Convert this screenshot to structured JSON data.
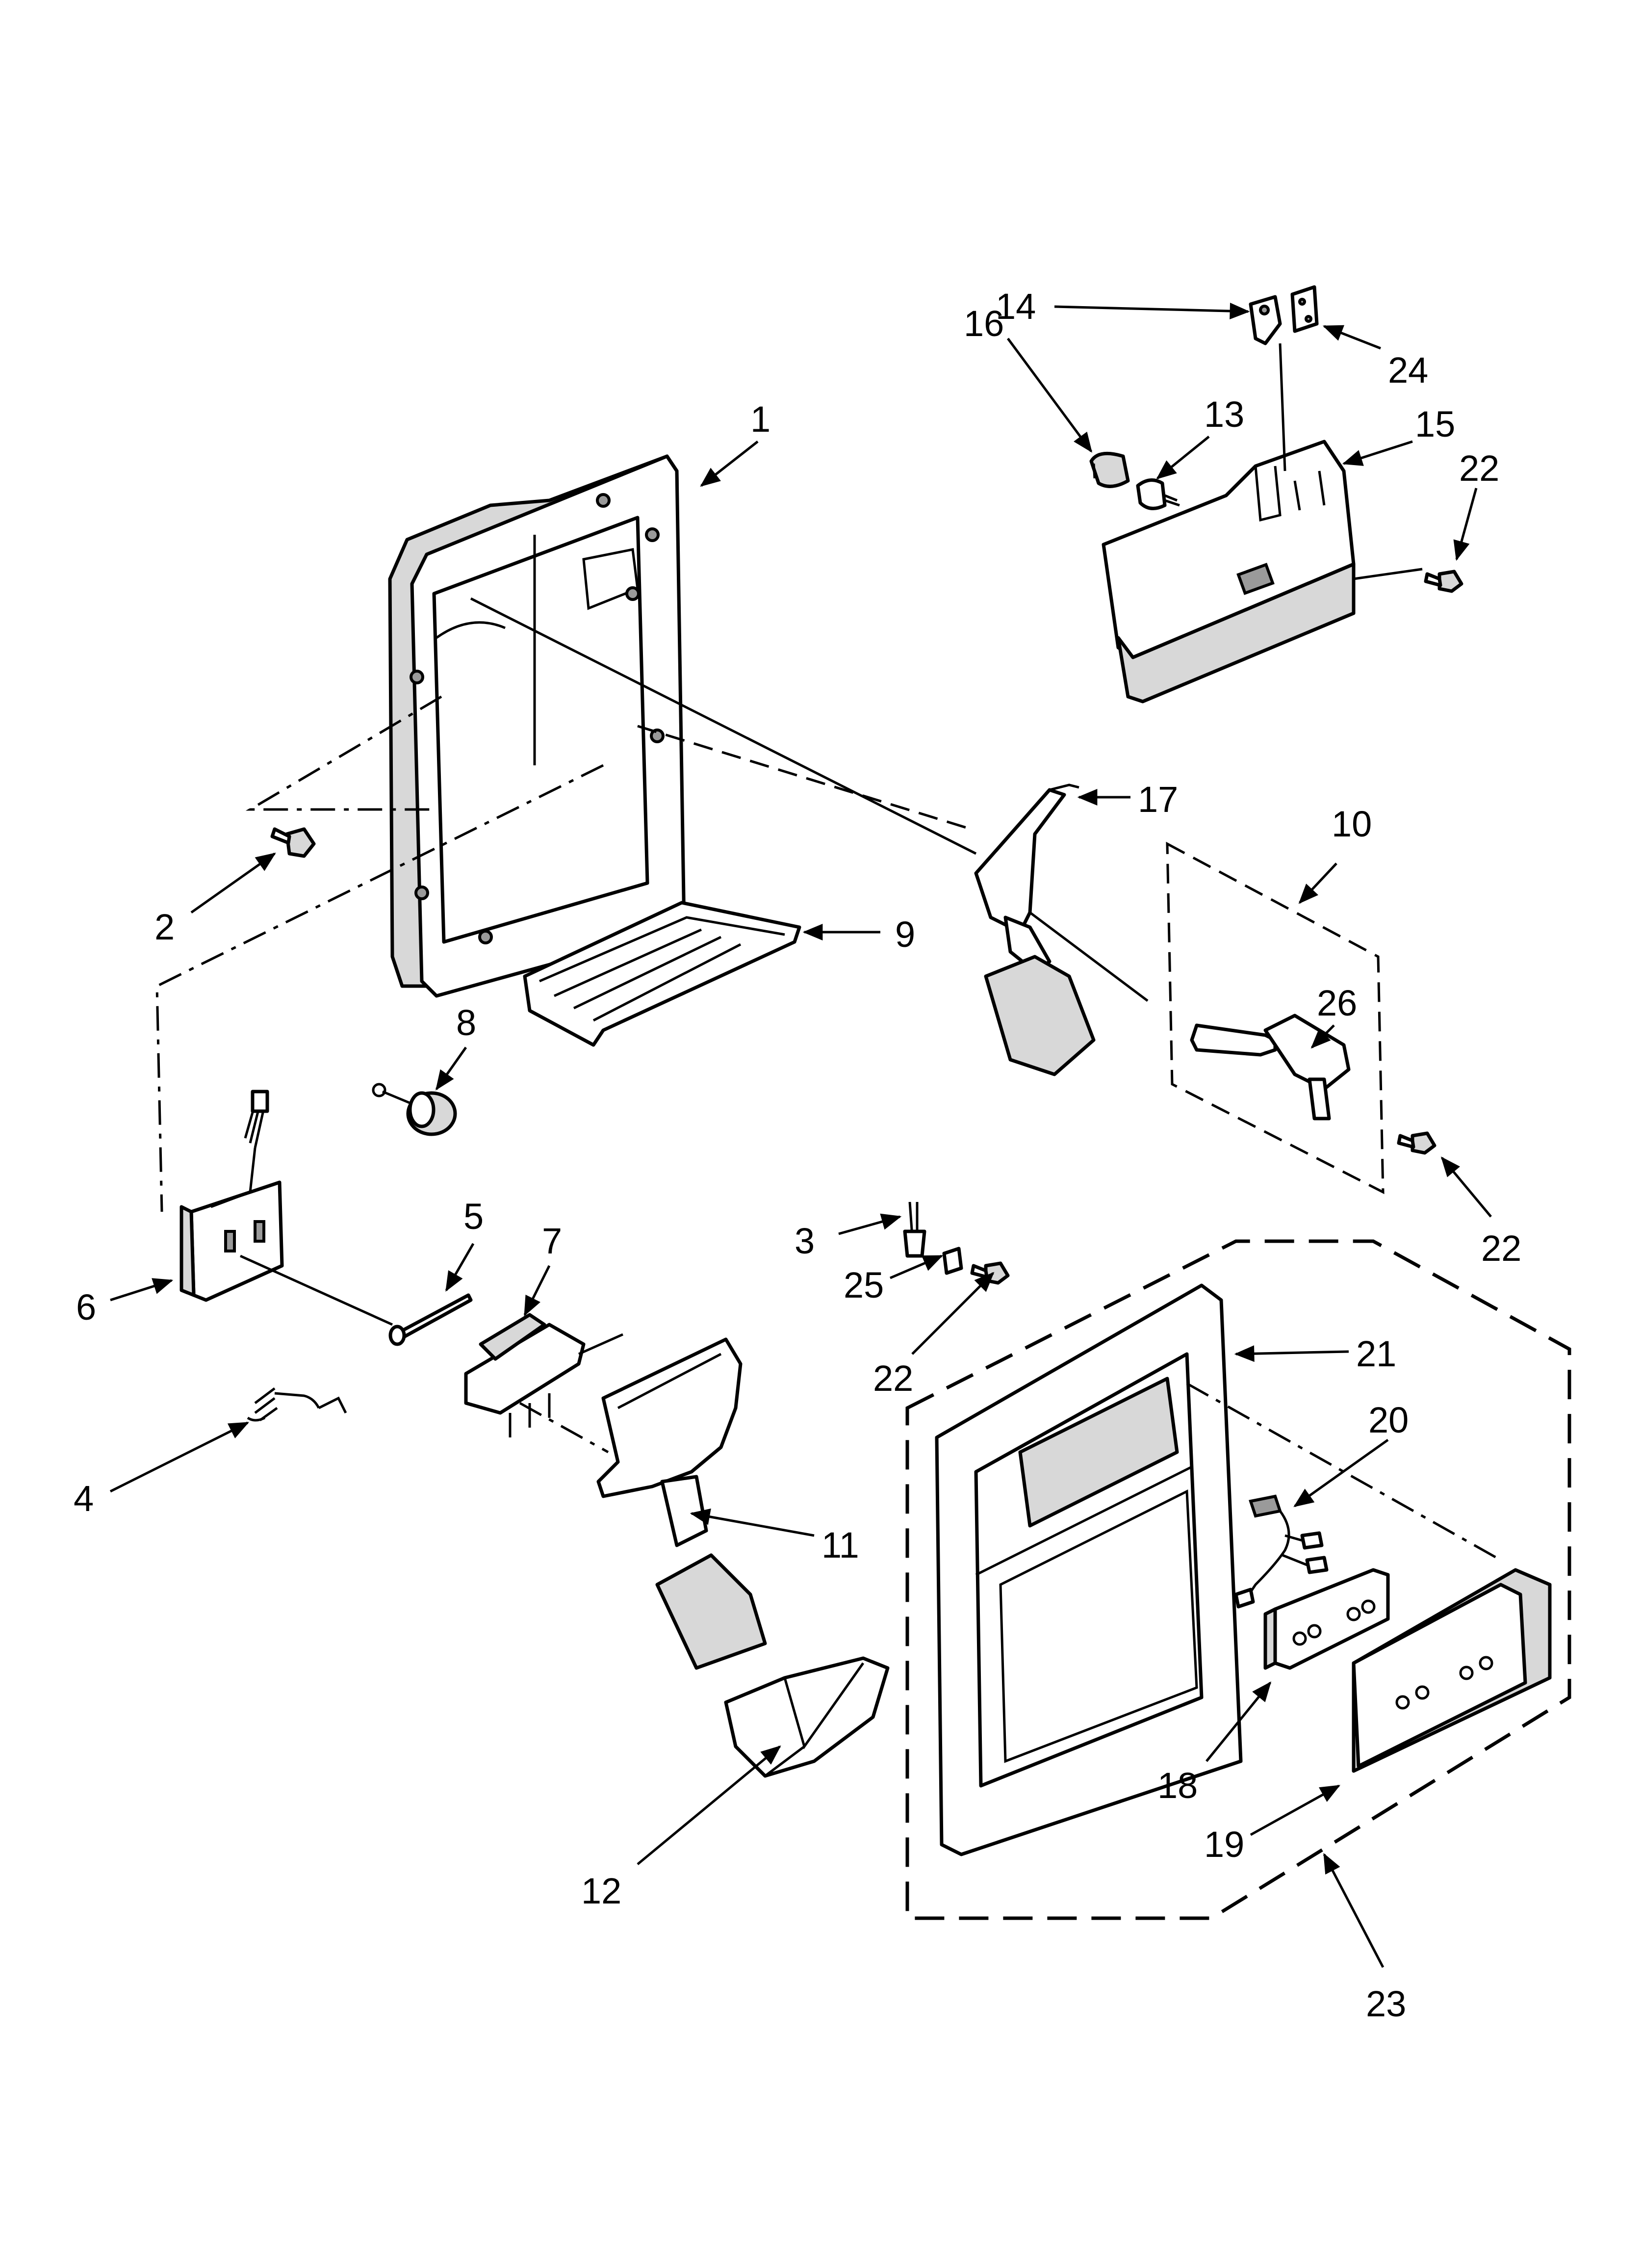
{
  "diagram": {
    "callouts": [
      {
        "id": "c1",
        "text": "1"
      },
      {
        "id": "c2",
        "text": "2"
      },
      {
        "id": "c3",
        "text": "3"
      },
      {
        "id": "c4",
        "text": "4"
      },
      {
        "id": "c5",
        "text": "5"
      },
      {
        "id": "c6",
        "text": "6"
      },
      {
        "id": "c7",
        "text": "7"
      },
      {
        "id": "c8",
        "text": "8"
      },
      {
        "id": "c9",
        "text": "9"
      },
      {
        "id": "c10",
        "text": "10"
      },
      {
        "id": "c11",
        "text": "11"
      },
      {
        "id": "c12",
        "text": "12"
      },
      {
        "id": "c13",
        "text": "13"
      },
      {
        "id": "c14",
        "text": "14"
      },
      {
        "id": "c15",
        "text": "15"
      },
      {
        "id": "c16",
        "text": "16"
      },
      {
        "id": "c17",
        "text": "17"
      },
      {
        "id": "c18",
        "text": "18"
      },
      {
        "id": "c19",
        "text": "19"
      },
      {
        "id": "c20",
        "text": "20"
      },
      {
        "id": "c21",
        "text": "21"
      },
      {
        "id": "c22a",
        "text": "22"
      },
      {
        "id": "c22b",
        "text": "22"
      },
      {
        "id": "c22c",
        "text": "22"
      },
      {
        "id": "c23",
        "text": "23"
      },
      {
        "id": "c24",
        "text": "24"
      },
      {
        "id": "c25",
        "text": "25"
      },
      {
        "id": "c26",
        "text": "26"
      }
    ]
  }
}
